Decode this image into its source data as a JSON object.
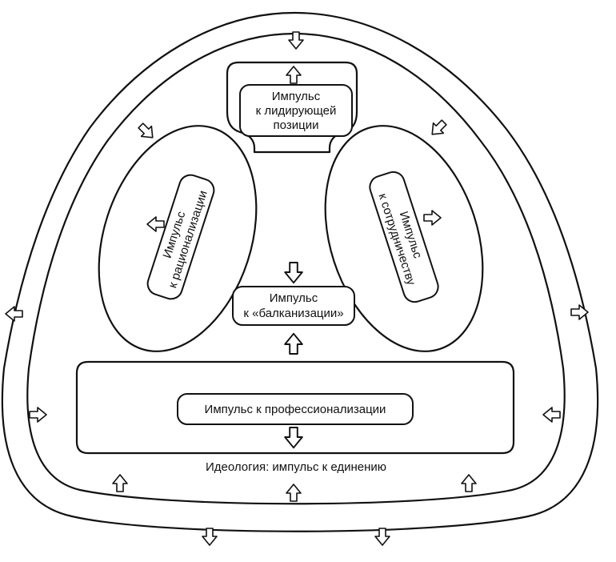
{
  "diagram": {
    "leadership": [
      "Импульс",
      "к лидирующей",
      "позиции"
    ],
    "rationalization": [
      "Импульс",
      "к рационализации"
    ],
    "cooperation": [
      "Импульс",
      "к сотрудничеству"
    ],
    "balkanization": [
      "Импульс",
      "к «балканизации»"
    ],
    "professionalization": "Импульс к профессионализации",
    "ideology": "Идеология: импульс к единению"
  }
}
